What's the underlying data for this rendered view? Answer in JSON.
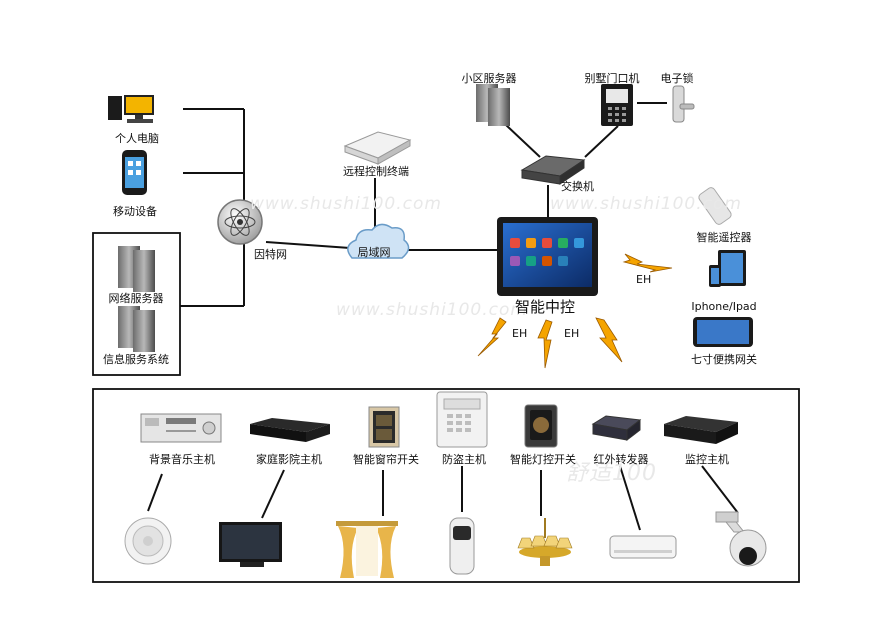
{
  "network": {
    "pc": "个人电脑",
    "mobile": "移动设备",
    "internet": "因特网",
    "net_server": "网络服务器",
    "info_system": "信息服务系统",
    "remote_terminal": "远程控制终端",
    "lan": "局域网",
    "community_server": "小区服务器",
    "villa_door": "别墅门口机",
    "electronic_lock": "电子锁",
    "switch": "交换机",
    "controller": "智能中控"
  },
  "wireless": {
    "remote": "智能遥控器",
    "iphone": "Iphone/Ipad",
    "tablet": "七寸便携网关",
    "eh": "EH"
  },
  "subsystems": [
    {
      "label": "背景音乐主机"
    },
    {
      "label": "家庭影院主机"
    },
    {
      "label": "智能窗帘开关"
    },
    {
      "label": "防盗主机"
    },
    {
      "label": "智能灯控开关"
    },
    {
      "label": "红外转发器"
    },
    {
      "label": "监控主机"
    }
  ],
  "watermark": {
    "url1": "www.shushi100.com",
    "url2": "www.shushi100.com",
    "url3": "www.shushi100.com",
    "brand": "舒适100"
  },
  "colors": {
    "bolt": "#f5a400",
    "bolt_outline": "#9a5a00",
    "cloud": "#cfe3f5",
    "line": "#111111"
  }
}
